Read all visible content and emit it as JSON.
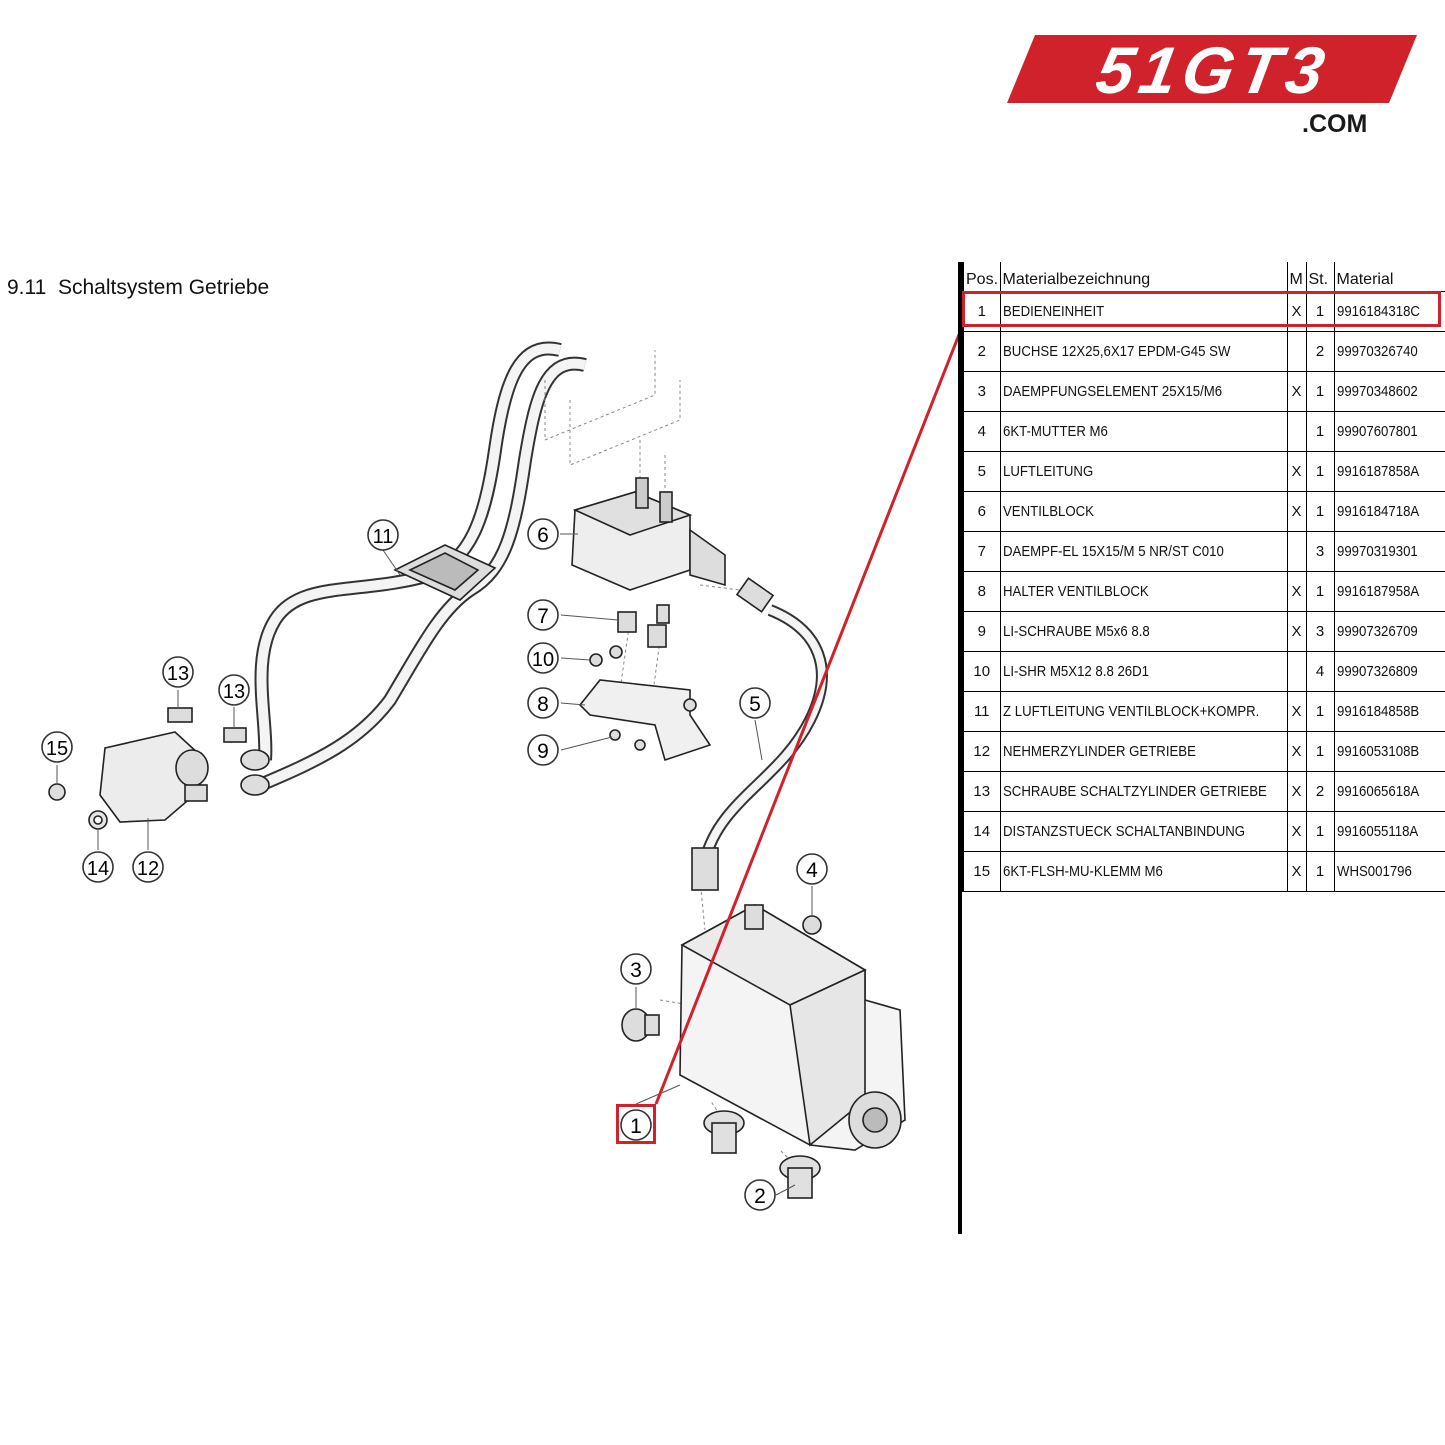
{
  "brand": {
    "logo_text": "51GT3",
    "domain": ".COM",
    "color": "#d0222a"
  },
  "section": {
    "title": "9.11  Schaltsystem Getriebe"
  },
  "table": {
    "headers": {
      "pos": "Pos.",
      "name": "Materialbezeichnung",
      "m": "M",
      "st": "St.",
      "material": "Material"
    },
    "rows": [
      {
        "pos": "1",
        "name": "BEDIENEINHEIT",
        "m": "X",
        "st": "1",
        "material": "9916184318C"
      },
      {
        "pos": "2",
        "name": "BUCHSE 12X25,6X17 EPDM-G45 SW",
        "m": "",
        "st": "2",
        "material": "99970326740"
      },
      {
        "pos": "3",
        "name": "DAEMPFUNGSELEMENT 25X15/M6",
        "m": "X",
        "st": "1",
        "material": "99970348602"
      },
      {
        "pos": "4",
        "name": "6KT-MUTTER M6",
        "m": "",
        "st": "1",
        "material": "99907607801"
      },
      {
        "pos": "5",
        "name": "LUFTLEITUNG",
        "m": "X",
        "st": "1",
        "material": "9916187858A"
      },
      {
        "pos": "6",
        "name": "VENTILBLOCK",
        "m": "X",
        "st": "1",
        "material": "9916184718A"
      },
      {
        "pos": "7",
        "name": "DAEMPF-EL 15X15/M 5 NR/ST C010",
        "m": "",
        "st": "3",
        "material": "99970319301"
      },
      {
        "pos": "8",
        "name": "HALTER VENTILBLOCK",
        "m": "X",
        "st": "1",
        "material": "9916187958A"
      },
      {
        "pos": "9",
        "name": "LI-SCHRAUBE M5x6 8.8",
        "m": "X",
        "st": "3",
        "material": "99907326709"
      },
      {
        "pos": "10",
        "name": "LI-SHR M5X12 8.8 26D1",
        "m": "",
        "st": "4",
        "material": "99907326809"
      },
      {
        "pos": "11",
        "name": "Z LUFTLEITUNG VENTILBLOCK+KOMPR.",
        "m": "X",
        "st": "1",
        "material": "9916184858B"
      },
      {
        "pos": "12",
        "name": "NEHMERZYLINDER GETRIEBE",
        "m": "X",
        "st": "1",
        "material": "9916053108B"
      },
      {
        "pos": "13",
        "name": "SCHRAUBE SCHALTZYLINDER GETRIEBE",
        "m": "X",
        "st": "2",
        "material": "9916065618A"
      },
      {
        "pos": "14",
        "name": "DISTANZSTUECK SCHALTANBINDUNG",
        "m": "X",
        "st": "1",
        "material": "9916055118A"
      },
      {
        "pos": "15",
        "name": "6KT-FLSH-MU-KLEMM M6",
        "m": "X",
        "st": "1",
        "material": "WHS001796"
      }
    ]
  },
  "diagram": {
    "callouts": [
      "1",
      "2",
      "3",
      "4",
      "5",
      "6",
      "7",
      "8",
      "9",
      "10",
      "11",
      "12",
      "13",
      "13",
      "14",
      "15"
    ],
    "highlighted_position": "1",
    "highlight_color": "#d0222a"
  }
}
